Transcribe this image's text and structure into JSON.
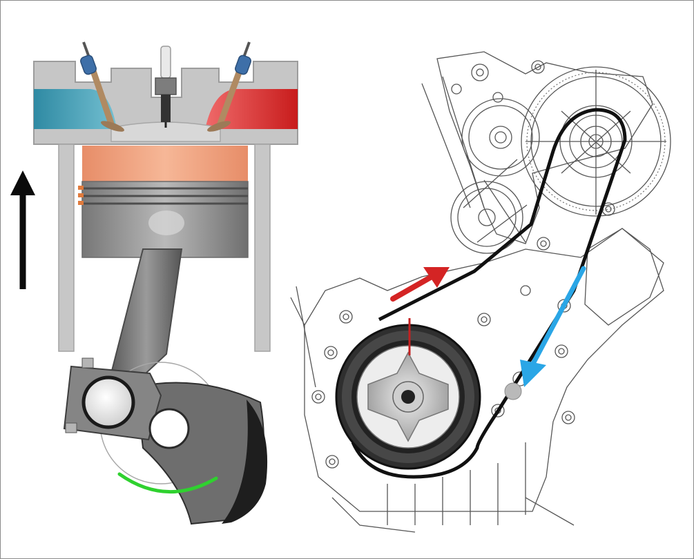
{
  "figure": {
    "left_panel": {
      "subject": "piston-and-connecting-rod-cutaway",
      "motion_arrow": {
        "icon": "arrow-up-icon",
        "direction": "up",
        "color": "#0b0b0b"
      },
      "intake_port_color": "#3f97ad",
      "exhaust_port_color": "#dd2f2f",
      "combustion_chamber_color": "#f0a481",
      "crank_rotation_arc_color": "#2fd12f"
    },
    "right_panel": {
      "subject": "engine-front-accessory-belt-drive",
      "belt_color": "#111111",
      "tdc_timing_mark_color": "#c42020",
      "red_arrow": {
        "icon": "arrow-up-right-icon",
        "direction": "up-right",
        "color": "#d42424"
      },
      "blue_arrow": {
        "icon": "arrow-down-left-icon",
        "direction": "down-left",
        "color": "#2aa6e6"
      },
      "reference_marker_color": "#b9b9b9"
    }
  }
}
